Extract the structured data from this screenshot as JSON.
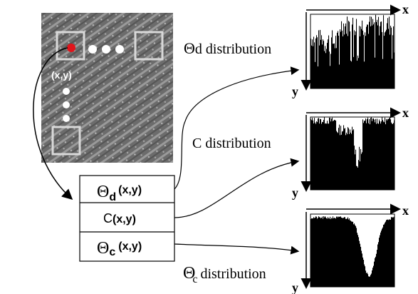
{
  "texture_image": {
    "point_label": "(x,y)"
  },
  "table": {
    "rows": [
      {
        "symbol": "Θ",
        "sub": "d",
        "args": "(x,y)"
      },
      {
        "symbol": "C",
        "sub": "",
        "args": "(x,y)"
      },
      {
        "symbol": "Θ",
        "sub": "c",
        "args": "(x,y)"
      }
    ]
  },
  "histograms": [
    {
      "symbol": "Θ",
      "sub": "d",
      "label": "distribution",
      "x_axis": "x",
      "y_axis": "y"
    },
    {
      "symbol": "C",
      "sub": "",
      "label": "distribution",
      "x_axis": "x",
      "y_axis": "y"
    },
    {
      "symbol": "Θ",
      "sub": "c",
      "label": "distribution",
      "x_axis": "x",
      "y_axis": "y"
    }
  ],
  "colors": {
    "marker": "#e0141b",
    "dots": "#ffffff",
    "window_outline": "#d9d9d9",
    "texture_bg": "#6c6c6c",
    "bars": "#000000"
  }
}
